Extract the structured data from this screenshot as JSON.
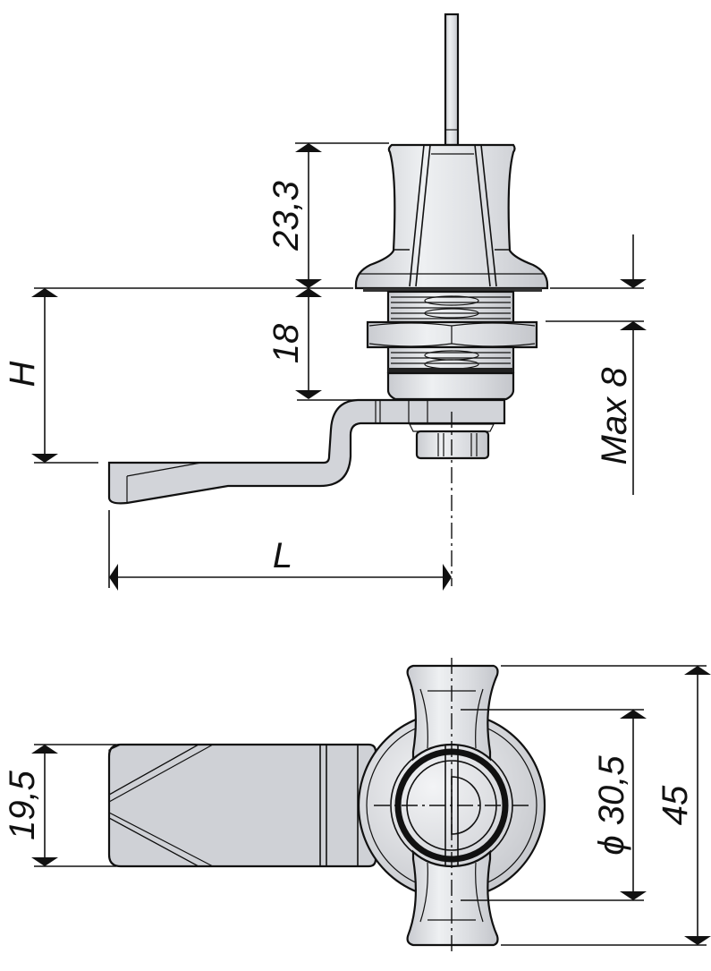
{
  "drawing": {
    "subject": "Quarter-turn cam lock with wing knob",
    "views": [
      "side-view",
      "top-view"
    ],
    "colors": {
      "line": "#111111",
      "metal_light": "#e6e7ea",
      "metal_mid": "#cfd1d6",
      "metal_dark": "#b9bcc2",
      "background": "#ffffff"
    }
  },
  "side_view": {
    "dimensions": {
      "knob_height": "23,3",
      "body_length": "18",
      "cam_height_label": "H",
      "cam_length_label": "L",
      "max_panel_thickness": "Max 8"
    }
  },
  "top_view": {
    "dimensions": {
      "cam_width": "19,5",
      "flange_diameter": "ϕ 30,5",
      "knob_width": "45"
    }
  }
}
